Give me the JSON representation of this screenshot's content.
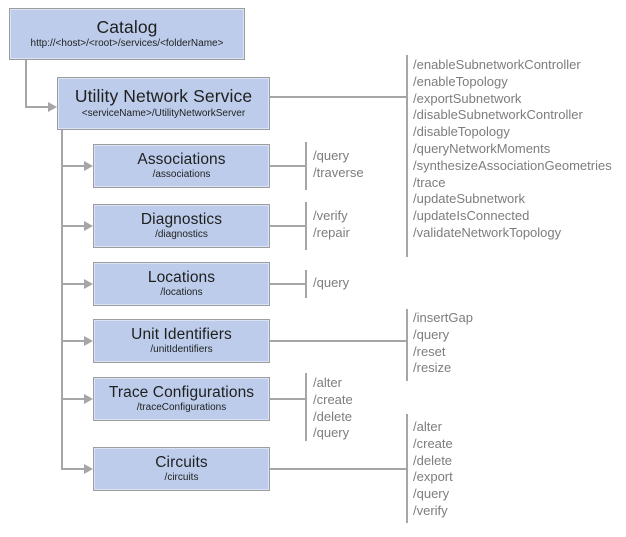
{
  "colors": {
    "background": "#ffffff",
    "box_fill": "#bcccea",
    "box_border": "#9c9ca1",
    "line": "#a6a6a6",
    "title_text": "#1f1f1f",
    "op_text": "#7d7d7d"
  },
  "root": {
    "title": "Catalog",
    "subtitle": "http://<host>/<root>/services/<folderName>"
  },
  "service": {
    "title": "Utility Network Service",
    "subtitle": "<serviceName>/UtilityNetworkServer",
    "operations": [
      "/enableSubnetworkController",
      "/enableTopology",
      "/exportSubnetwork",
      "/disableSubnetworkController",
      "/disableTopology",
      "/queryNetworkMoments",
      "/synthesizeAssociationGeometries",
      "/trace",
      "/updateSubnetwork",
      "/updateIsConnected",
      "/validateNetworkTopology"
    ]
  },
  "resources": [
    {
      "title": "Associations",
      "subtitle": "/associations",
      "operations": [
        "/query",
        "/traverse"
      ]
    },
    {
      "title": "Diagnostics",
      "subtitle": "/diagnostics",
      "operations": [
        "/verify",
        "/repair"
      ]
    },
    {
      "title": "Locations",
      "subtitle": "/locations",
      "operations": [
        "/query"
      ]
    },
    {
      "title": "Unit Identifiers",
      "subtitle": "/unitIdentifiers",
      "operations": [
        "/insertGap",
        "/query",
        "/reset",
        "/resize"
      ]
    },
    {
      "title": "Trace Configurations",
      "subtitle": "/traceConfigurations",
      "operations": [
        "/alter",
        "/create",
        "/delete",
        "/query"
      ]
    },
    {
      "title": "Circuits",
      "subtitle": "/circuits",
      "operations": [
        "/alter",
        "/create",
        "/delete",
        "/export",
        "/query",
        "/verify"
      ]
    }
  ]
}
